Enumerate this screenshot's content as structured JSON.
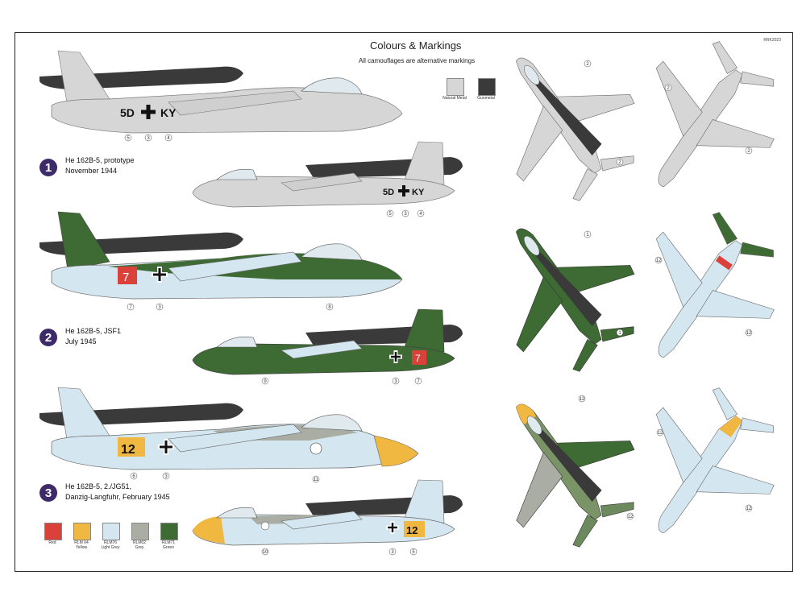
{
  "sheet": {
    "title": "Colours & Markings",
    "subtitle": "All camouflages are alternative markings",
    "code": "RRK2023"
  },
  "top_swatches": [
    {
      "label": "Natural Metal",
      "color": "#d6d6d6"
    },
    {
      "label": "Gunmetal",
      "color": "#3a3a3a"
    }
  ],
  "schemes": [
    {
      "badge": "1",
      "line1": "He 162B-5, prototype",
      "line2": "November 1944",
      "line3": ""
    },
    {
      "badge": "2",
      "line1": "He 162B-5, JSF1",
      "line2": "July 1945",
      "line3": ""
    },
    {
      "badge": "3",
      "line1": "He 162B-5, 2./JG51,",
      "line2": "Danzig-Langfuhr, February 1945",
      "line3": ""
    }
  ],
  "palette": [
    {
      "code": "",
      "name": "Red",
      "color": "#d9413a"
    },
    {
      "code": "RLM 04",
      "name": "Yellow",
      "color": "#f0b840"
    },
    {
      "code": "RLM76",
      "name": "Light Grey",
      "color": "#d4e6ef"
    },
    {
      "code": "RLM02",
      "name": "Grey",
      "color": "#a9ada3"
    },
    {
      "code": "RLM71",
      "name": "Green",
      "color": "#3d6b33"
    }
  ],
  "markings": {
    "s1_code_left": "5D",
    "s1_code_right": "KY",
    "s2_number": "7",
    "s3_number": "12"
  },
  "callouts": {
    "s1_side_a": [
      "5",
      "3",
      "4"
    ],
    "s1_side_b": [
      "5",
      "3",
      "4"
    ],
    "s2_side_a": [
      "7",
      "3",
      "8"
    ],
    "s2_side_b": [
      "9",
      "3",
      "7"
    ],
    "s3_side_a": [
      "6",
      "3",
      "11"
    ],
    "s3_side_b": [
      "10",
      "3",
      "5"
    ],
    "s1_top": [
      "2",
      "2"
    ],
    "s1_bottom": [
      "2",
      "2"
    ],
    "s2_top": [
      "1",
      "1"
    ],
    "s2_bottom": [
      "12",
      "12"
    ],
    "s3_top": [
      "12",
      "12"
    ],
    "s3_bottom": [
      "12",
      "12"
    ]
  },
  "colors": {
    "metal": "#d6d6d6",
    "gunmetal": "#3a3a3a",
    "green": "#3d6b33",
    "lightgrey": "#d4e6ef",
    "red": "#d9413a",
    "yellow": "#f0b840",
    "grey": "#a9ada3"
  }
}
